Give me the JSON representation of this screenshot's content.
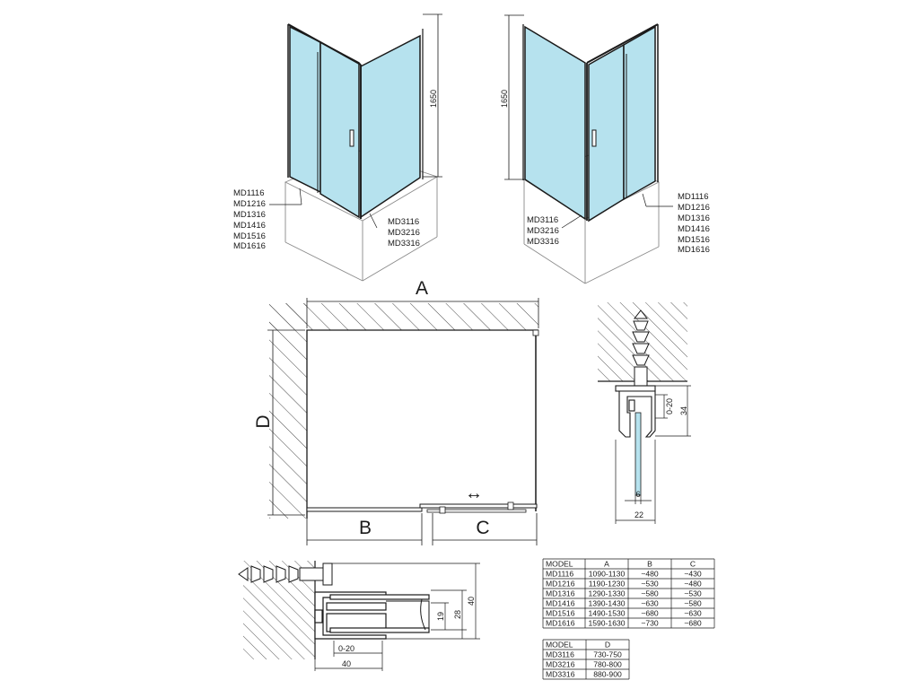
{
  "left_view": {
    "height_label": "1650",
    "models_a": [
      "MD1116",
      "MD1216",
      "MD1316",
      "MD1416",
      "MD1516",
      "MD1616"
    ],
    "models_b": [
      "MD3116",
      "MD3216",
      "MD3316"
    ]
  },
  "right_view": {
    "height_label": "1650",
    "models_a": [
      "MD1116",
      "MD1216",
      "MD1316",
      "MD1416",
      "MD1516",
      "MD1616"
    ],
    "models_b": [
      "MD3116",
      "MD3216",
      "MD3316"
    ]
  },
  "plan_view": {
    "label_a": "A",
    "label_b": "B",
    "label_c": "C",
    "label_d": "D",
    "slide_arrow": "↔"
  },
  "section_profile": {
    "dim_0_20": "0-20",
    "dim_34": "34",
    "dim_6": "6",
    "dim_22": "22"
  },
  "side_profile": {
    "dim_19": "19",
    "dim_28": "28",
    "dim_40_v": "40",
    "dim_0_20": "0-20",
    "dim_40_h": "40"
  },
  "table_abc": {
    "headers": [
      "MODEL",
      "A",
      "B",
      "C"
    ],
    "rows": [
      [
        "MD1116",
        "1090-1130",
        "~480",
        "~430"
      ],
      [
        "MD1216",
        "1190-1230",
        "~530",
        "~480"
      ],
      [
        "MD1316",
        "1290-1330",
        "~580",
        "~530"
      ],
      [
        "MD1416",
        "1390-1430",
        "~630",
        "~580"
      ],
      [
        "MD1516",
        "1490-1530",
        "~680",
        "~630"
      ],
      [
        "MD1616",
        "1590-1630",
        "~730",
        "~680"
      ]
    ]
  },
  "table_d": {
    "headers": [
      "MODEL",
      "D"
    ],
    "rows": [
      [
        "MD3116",
        "730-750"
      ],
      [
        "MD3216",
        "780-800"
      ],
      [
        "MD3316",
        "880-900"
      ]
    ]
  },
  "colors": {
    "glass": "#b6e2ee",
    "line": "#1a1a1a",
    "tray": "#8a8a8a"
  }
}
